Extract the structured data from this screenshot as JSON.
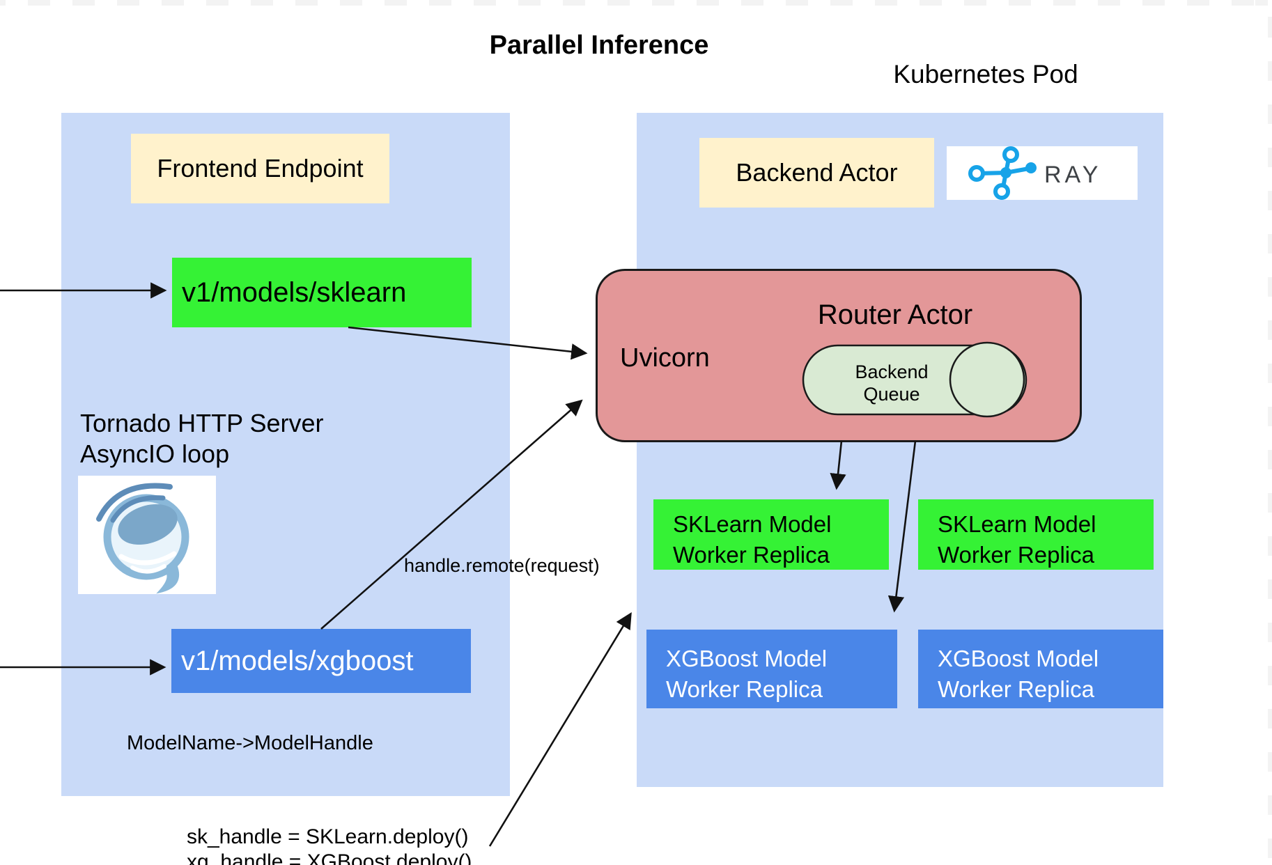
{
  "title": "Parallel Inference",
  "kubernetes_pod_label": "Kubernetes Pod",
  "frontend_panel": {
    "header": "Frontend Endpoint",
    "sklearn_route": "v1/models/sklearn",
    "xgboost_route": "v1/models/xgboost",
    "server_line1": "Tornado HTTP Server",
    "server_line2": "AsyncIO loop",
    "mapping_note": "ModelName->ModelHandle"
  },
  "backend_panel": {
    "header": "Backend Actor",
    "ray_wordmark": "RAY",
    "router": {
      "name": "Router Actor",
      "server": "Uvicorn",
      "queue_line1": "Backend",
      "queue_line2": "Queue"
    },
    "workers": [
      {
        "line1": "SKLearn Model",
        "line2": "Worker Replica"
      },
      {
        "line1": "SKLearn Model",
        "line2": "Worker Replica"
      },
      {
        "line1": "XGBoost Model",
        "line2": "Worker Replica"
      },
      {
        "line1": "XGBoost Model",
        "line2": "Worker Replica"
      }
    ]
  },
  "annotations": {
    "handle_remote": "handle.remote(request)",
    "deploy_line1": "sk_handle = SKLearn.deploy()",
    "deploy_line2": "xg_handle = XGBoost.deploy()"
  },
  "colors": {
    "panel_blue": "#c9daf8",
    "header_cream": "#fff2cc",
    "route_green": "#35f235",
    "route_blue": "#4a86e8",
    "router_pink": "#e39798",
    "queue_green": "#d9ead3",
    "ray_blue": "#17a3e8",
    "checker_gray": "#f3f3f3"
  }
}
